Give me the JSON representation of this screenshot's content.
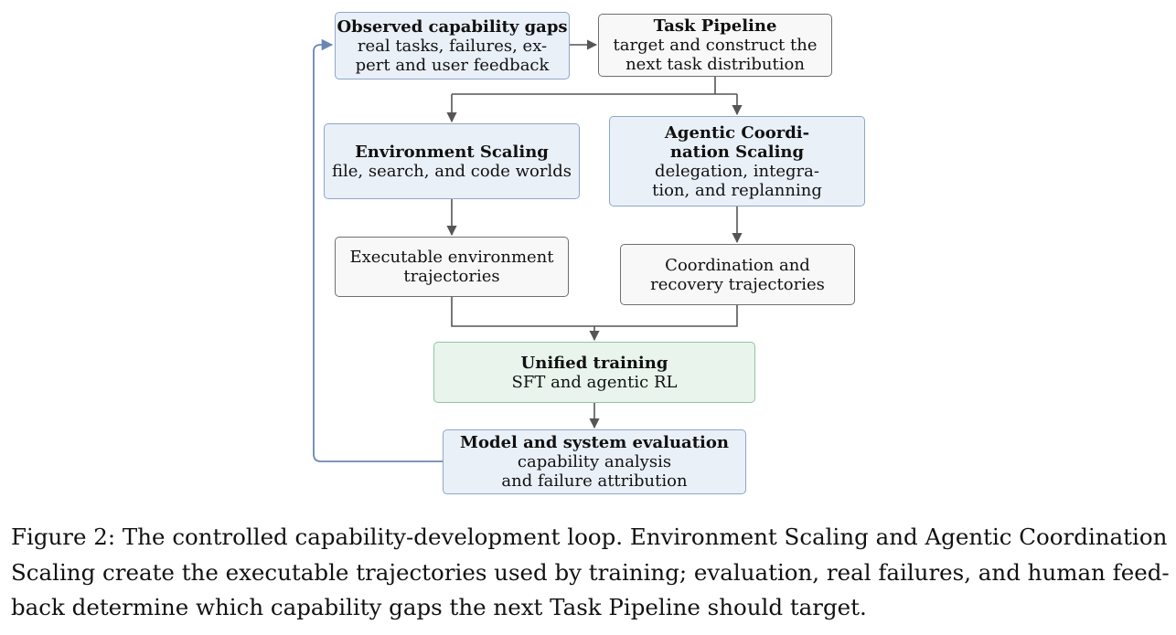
{
  "nodes": {
    "gaps": {
      "title": "Observed capability gaps",
      "lines": [
        "real tasks, failures, ex-",
        "pert and user feedback"
      ]
    },
    "pipeline": {
      "title": "Task Pipeline",
      "lines": [
        "target and construct the",
        "next task distribution"
      ]
    },
    "env": {
      "title": "Environment Scaling",
      "lines": [
        "file, search, and code worlds"
      ]
    },
    "coord": {
      "title_lines": [
        "Agentic Coordi-",
        "nation Scaling"
      ],
      "lines": [
        "delegation, integra-",
        "tion, and replanning"
      ]
    },
    "env_traj": {
      "lines": [
        "Executable environment",
        "trajectories"
      ]
    },
    "coord_traj": {
      "lines": [
        "Coordination and",
        "recovery trajectories"
      ]
    },
    "training": {
      "title": "Unified training",
      "lines": [
        "SFT and agentic RL"
      ]
    },
    "eval": {
      "title": "Model and system evaluation",
      "lines": [
        "capability analysis",
        "and failure attribution"
      ]
    }
  },
  "caption": {
    "lines": [
      "Figure 2: The controlled capability-development loop. Environment Scaling and Agentic Coordination",
      "Scaling create the executable trajectories used by training; evaluation, real failures, and human feed-",
      "back determine which capability gaps the next Task Pipeline should target."
    ]
  },
  "colors": {
    "blue_fill": "#eaf0f8",
    "blue_border": "#8fa6c9",
    "gray_fill": "#f8f8f8",
    "gray_border": "#6f6f6f",
    "green_fill": "#e8f4ec",
    "green_border": "#93c5a2",
    "arrow": "#555555",
    "feedback_arrow": "#6b86b5"
  }
}
